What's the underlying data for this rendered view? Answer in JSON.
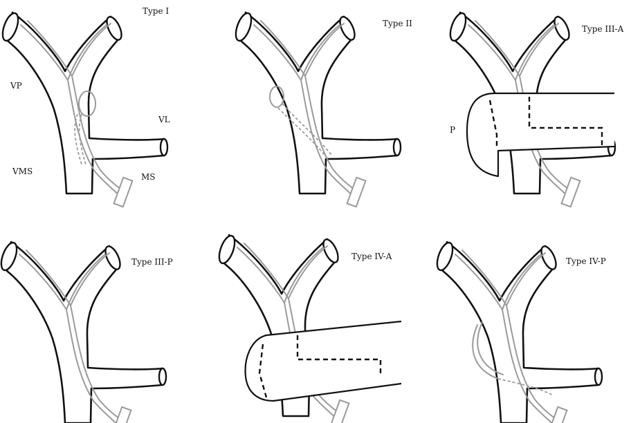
{
  "panels": [
    {
      "key": "type1",
      "title": "Type I"
    },
    {
      "key": "type2",
      "title": "Type II"
    },
    {
      "key": "type3a",
      "title": "Type III-A"
    },
    {
      "key": "type3p",
      "title": "Type III-P"
    },
    {
      "key": "type4a",
      "title": "Type IV-A"
    },
    {
      "key": "type4p",
      "title": "Type IV-P"
    }
  ],
  "labels": {
    "vp": "VP",
    "vl": "VL",
    "vms": "VMS",
    "ms": "MS",
    "p": "P"
  }
}
